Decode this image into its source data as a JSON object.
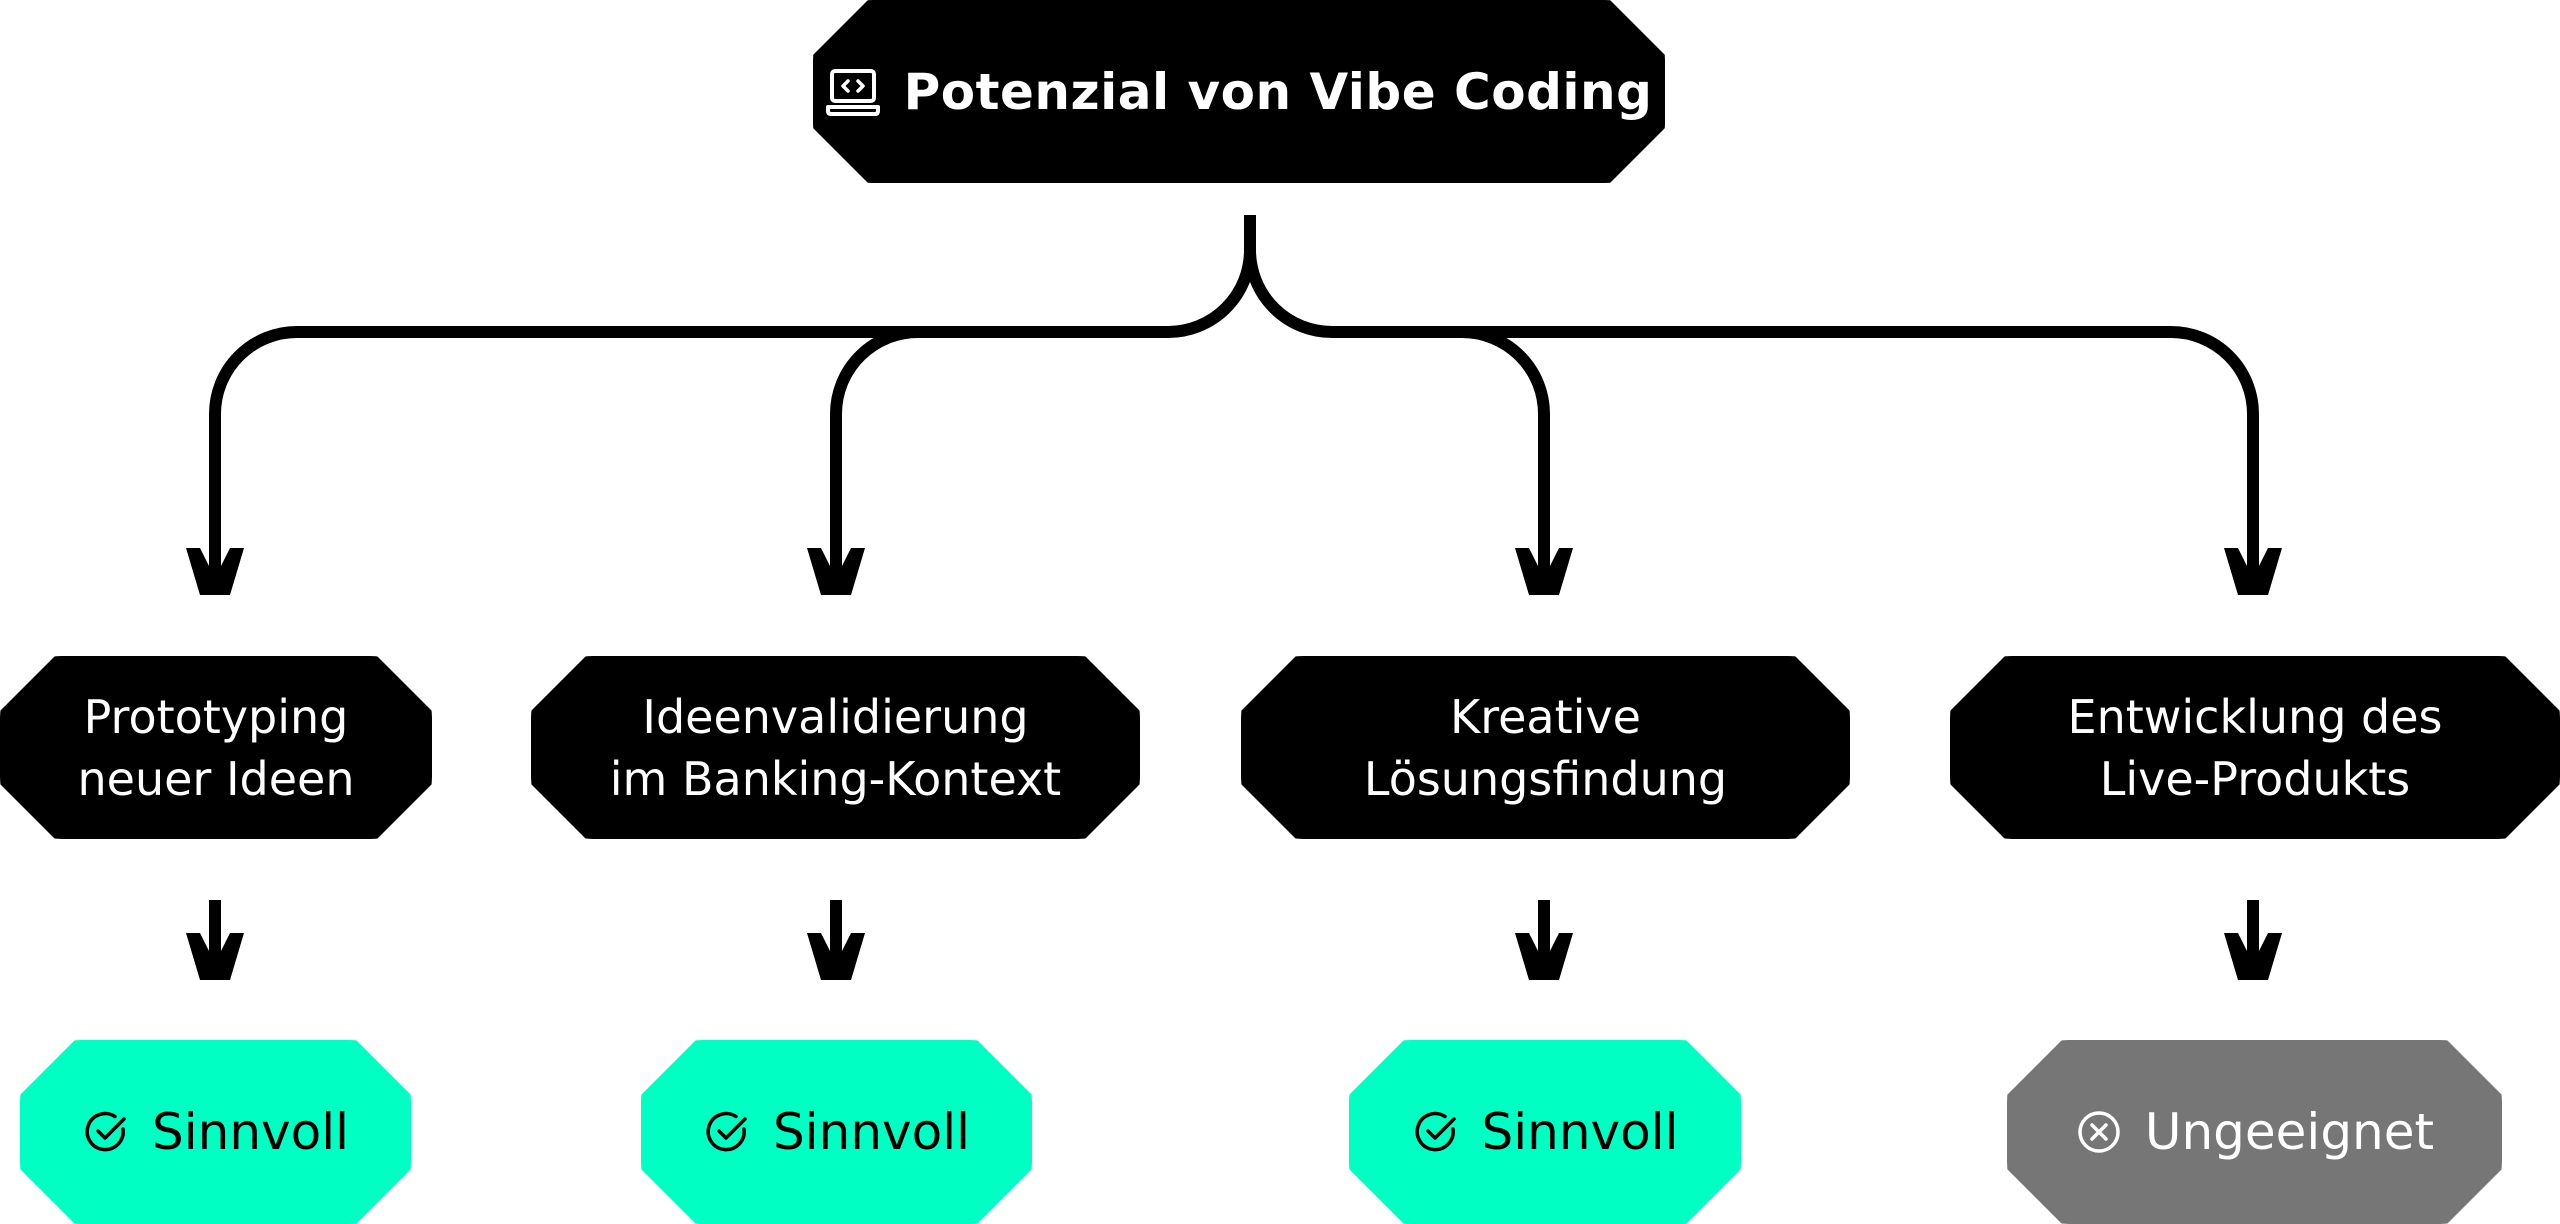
{
  "root": {
    "title": "Potenzial von Vibe Coding",
    "icon": "laptop-code-icon"
  },
  "categories": [
    {
      "label": "Prototyping\nneuer Ideen"
    },
    {
      "label": "Ideenvalidierung\nim Banking-Kontext"
    },
    {
      "label": "Kreative\nLösungsfindung"
    },
    {
      "label": "Entwicklung des\nLive-Produkts"
    }
  ],
  "results": [
    {
      "label": "Sinnvoll",
      "icon": "check-circle-icon",
      "status": "good"
    },
    {
      "label": "Sinnvoll",
      "icon": "check-circle-icon",
      "status": "good"
    },
    {
      "label": "Sinnvoll",
      "icon": "check-circle-icon",
      "status": "good"
    },
    {
      "label": "Ungeeignet",
      "icon": "x-circle-icon",
      "status": "bad"
    }
  ],
  "colors": {
    "node_dark": "#000000",
    "positive": "#00ffc3",
    "negative": "#767676",
    "connector": "#000000"
  }
}
